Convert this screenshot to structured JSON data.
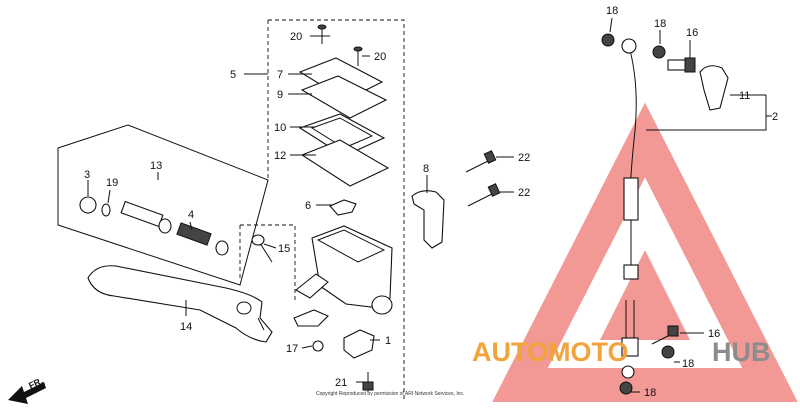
{
  "parts": [
    {
      "id": "p1",
      "label": "1"
    },
    {
      "id": "p2",
      "label": "2"
    },
    {
      "id": "p3",
      "label": "3"
    },
    {
      "id": "p4",
      "label": "4"
    },
    {
      "id": "p5",
      "label": "5"
    },
    {
      "id": "p6",
      "label": "6"
    },
    {
      "id": "p7",
      "label": "7"
    },
    {
      "id": "p8",
      "label": "8"
    },
    {
      "id": "p9",
      "label": "9"
    },
    {
      "id": "p10",
      "label": "10"
    },
    {
      "id": "p11",
      "label": "11"
    },
    {
      "id": "p12",
      "label": "12"
    },
    {
      "id": "p13",
      "label": "13"
    },
    {
      "id": "p14",
      "label": "14"
    },
    {
      "id": "p15",
      "label": "15"
    },
    {
      "id": "p16a",
      "label": "16"
    },
    {
      "id": "p16b",
      "label": "16"
    },
    {
      "id": "p17",
      "label": "17"
    },
    {
      "id": "p18a",
      "label": "18"
    },
    {
      "id": "p18b",
      "label": "18"
    },
    {
      "id": "p18c",
      "label": "18"
    },
    {
      "id": "p18d",
      "label": "18"
    },
    {
      "id": "p19",
      "label": "19"
    },
    {
      "id": "p20a",
      "label": "20"
    },
    {
      "id": "p20b",
      "label": "20"
    },
    {
      "id": "p21",
      "label": "21"
    },
    {
      "id": "p22a",
      "label": "22"
    },
    {
      "id": "p22b",
      "label": "22"
    }
  ],
  "direction_label": "FR.",
  "copyright": "Copyright Reproduced by permission of ARI Network Services, Inc.",
  "watermark": {
    "part1": "AUTOMOTO",
    "part2": "HUB",
    "color1": "#f2a33a",
    "color2": "#8c8c8c",
    "triangle_color": "#e9473f"
  }
}
